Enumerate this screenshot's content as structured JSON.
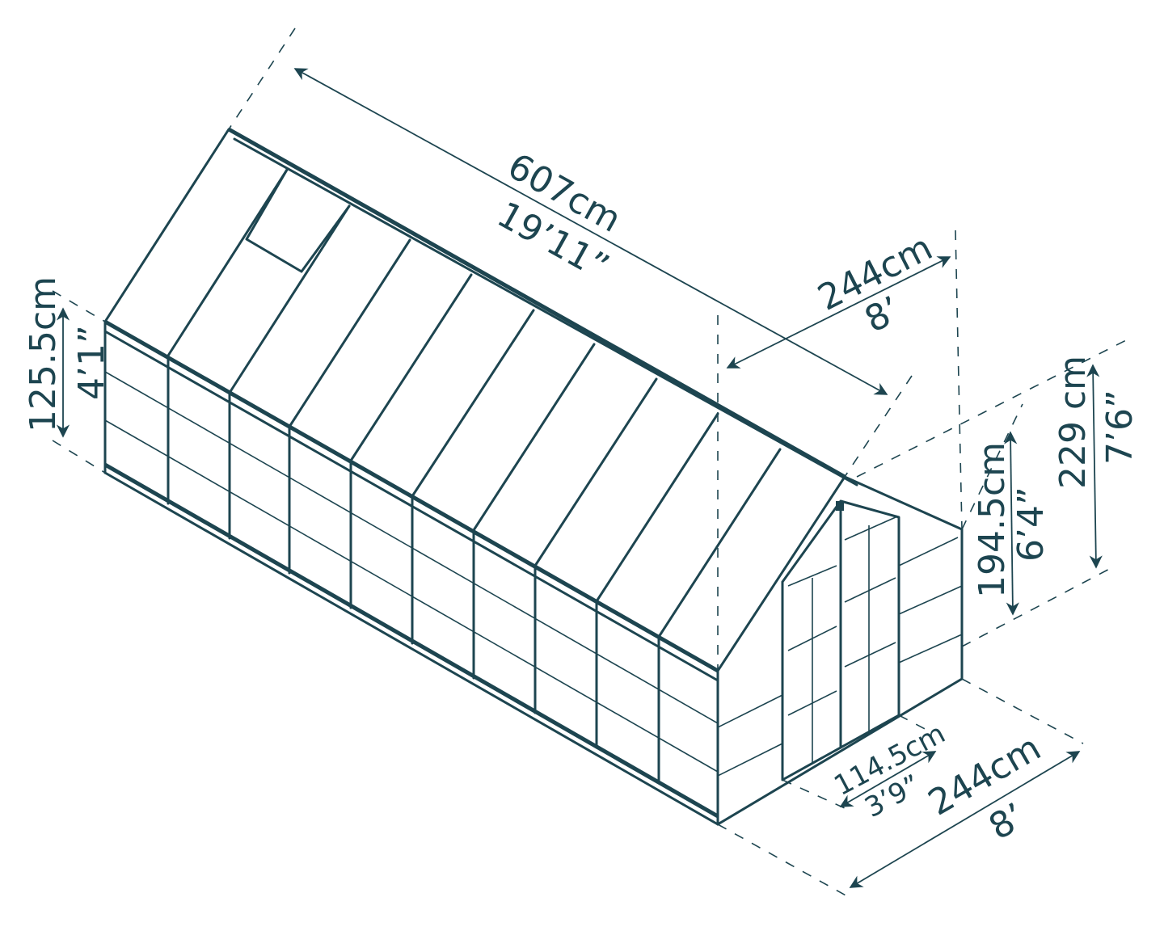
{
  "diagram": {
    "subject": "greenhouse dimensions",
    "line_color": "#1d4550",
    "background": "#ffffff",
    "dimensions": {
      "length": {
        "metric": "607cm",
        "imperial": "19’11”"
      },
      "roof_width": {
        "metric": "244cm",
        "imperial": "8’"
      },
      "side_wall_height": {
        "metric": "125.5cm",
        "imperial": "4’1”"
      },
      "door_height": {
        "metric": "194.5cm",
        "imperial": "6’4”"
      },
      "total_height": {
        "metric": "229 cm",
        "imperial": "7’6”"
      },
      "door_width": {
        "metric": "114.5cm",
        "imperial": "3’9”"
      },
      "base_width": {
        "metric": "244cm",
        "imperial": "8’"
      }
    }
  }
}
